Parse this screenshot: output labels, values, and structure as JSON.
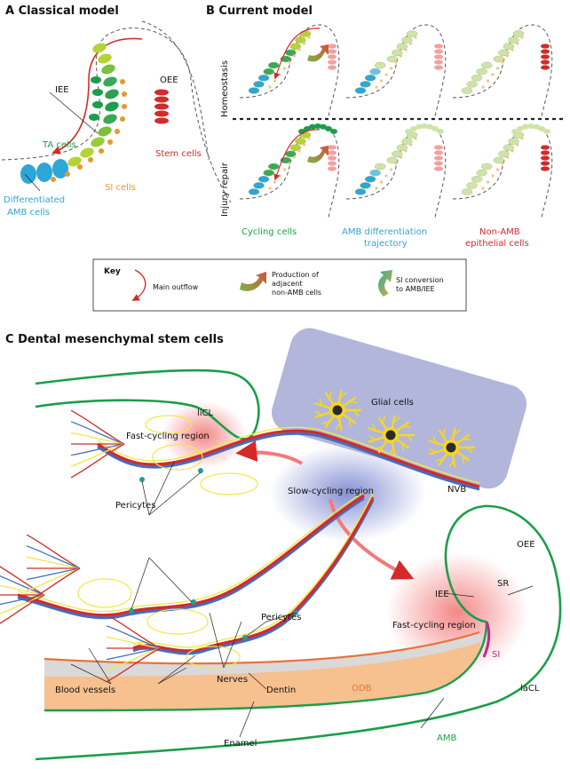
{
  "panel_a": {
    "title": "A  Classical model",
    "labels": {
      "iee": "IEE",
      "oee": "OEE",
      "ta_cells": "TA cells",
      "stem_cells": "Stem cells",
      "si_cells": "SI cells",
      "diff_line1": "Differentiated",
      "diff_line2": "AMB cells"
    }
  },
  "panel_b": {
    "title": "B  Current model",
    "row_labels": {
      "homeostasis": "Homeostasis",
      "injury": "Injury repair"
    },
    "column_labels": {
      "cycling": "Cycling cells",
      "amb_line1": "AMB differentiation",
      "amb_line2": "trajectory",
      "nonamb_line1": "Non-AMB",
      "nonamb_line2": "epithelial cells"
    }
  },
  "key": {
    "title": "Key",
    "main_outflow": "Main outflow",
    "production_line1": "Production of",
    "production_line2": "adjacent",
    "production_line3": "non-AMB cells",
    "si_line1": "SI conversion",
    "si_line2": "to AMB/IEE"
  },
  "panel_c": {
    "title": "C  Dental mesenchymal stem cells",
    "labels": {
      "licl": "liCL",
      "glial": "Glial cells",
      "fast_top": "Fast-cycling region",
      "slow": "Slow-cycling region",
      "nvb": "NVB",
      "oee": "OEE",
      "sr": "SR",
      "pericytes1": "Pericytes",
      "pericytes2": "Pericytes",
      "iee": "IEE",
      "fast_bottom": "Fast-cycling region",
      "si": "SI",
      "nerves": "Nerves",
      "blood_vessels": "Blood vessels",
      "lacl": "laCL",
      "odb": "ODB",
      "dentin": "Dentin",
      "amb": "AMB",
      "enamel": "Enamel"
    }
  },
  "colors": {
    "red": "#d42a2a",
    "green": "#1a9e4b",
    "blue": "#2da6d8",
    "orange": "#e8972e",
    "magenta": "#c0288f",
    "odb": "#e8733a",
    "nvb_box": "#a9aed6"
  }
}
